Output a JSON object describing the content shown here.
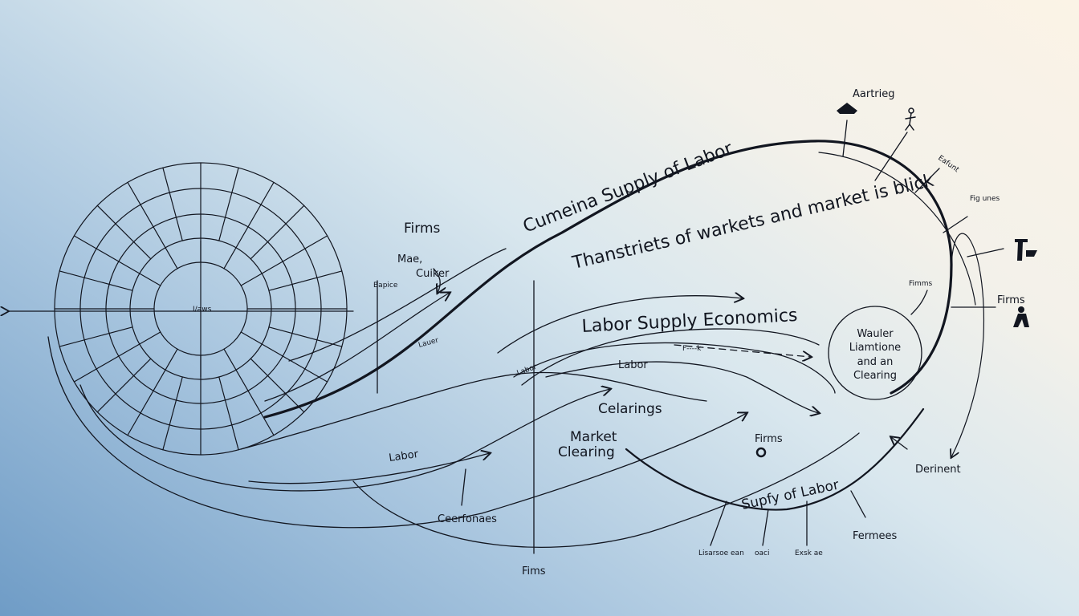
{
  "labels": {
    "top_right": "Aartrieg",
    "main_curve_title": "Cumeina Supply of Labor",
    "main_curve_subtitle": "Thanstriets of warkets and market is blick",
    "firms_left": "Firms",
    "mae": "Mae,",
    "cuiker": "Cuiker",
    "bapice": "Bapice",
    "labor_supply_economics": "Labor Supply Economics",
    "circle_line1": "Wauler",
    "circle_line2": "Liamtione",
    "circle_line3": "and an",
    "circle_line4": "Clearing",
    "firms_right": "Firms",
    "fimms": "Fimms",
    "labor_center": "Labor",
    "celarings": "Celarings",
    "market": "Market",
    "clearing": "Clearing",
    "firms_center": "Firms",
    "labor_lower": "Labor",
    "ceerfonaes": "Ceerfonaes",
    "fims_bottom": "Fims",
    "supply_of_labor_bottom": "Supfy of Labor",
    "fermees": "Fermees",
    "derinent": "Derinent",
    "lisarsoe": "Lisarsoe ean",
    "oaci": "oaci",
    "exsk": "Exsk ae",
    "eafunt": "Eafunt",
    "fig_unes": "Fig unes",
    "lauer": "Lauer",
    "labor_small": "Labor",
    "firms_arrow": "F----k"
  }
}
